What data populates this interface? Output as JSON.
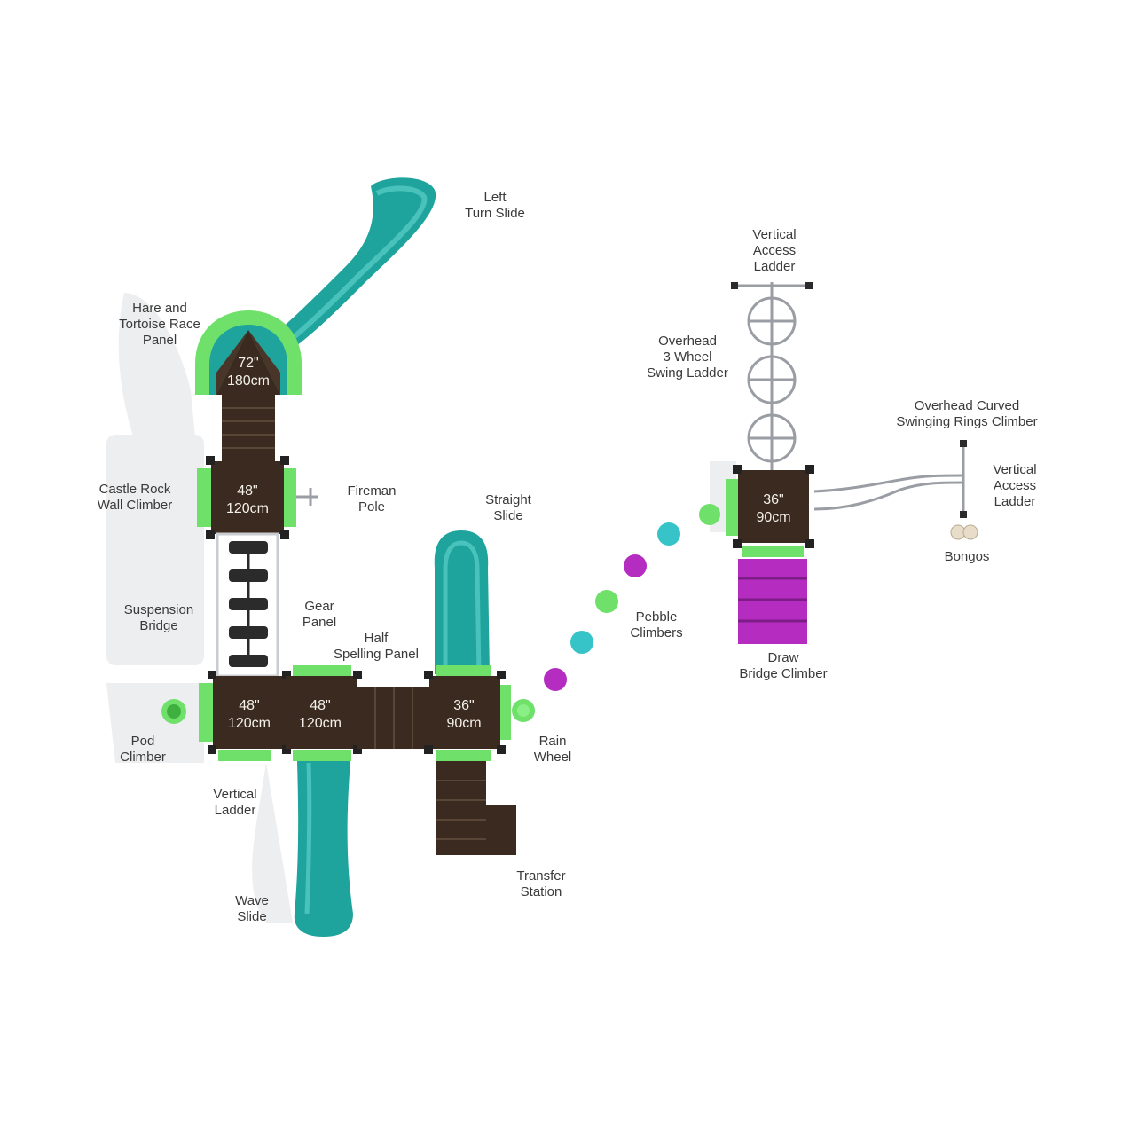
{
  "colors": {
    "slide": "#1fa39d",
    "slide_dark": "#137f7a",
    "slide_light": "#48c2bb",
    "deck": "#3a2a1f",
    "deck_grid": "#5a4636",
    "green": "#6fe06a",
    "green_dark": "#3fb040",
    "magenta": "#b42cc0",
    "magenta_dark": "#7e1d88",
    "teal_disc": "#37c4c9",
    "metal": "#c9ccd0",
    "metal_dark": "#9a9ea4",
    "shadow": "#eceef0",
    "label_text": "#3a3a3a"
  },
  "decks": {
    "top": {
      "size_in": "72\"",
      "size_cm": "180cm"
    },
    "castle": {
      "size_in": "48\"",
      "size_cm": "120cm"
    },
    "bottom_left": {
      "size_in": "48\"",
      "size_cm": "120cm"
    },
    "bottom_mid": {
      "size_in": "48\"",
      "size_cm": "120cm"
    },
    "bottom_right": {
      "size_in": "36\"",
      "size_cm": "90cm"
    },
    "right_tower": {
      "size_in": "36\"",
      "size_cm": "90cm"
    }
  },
  "labels": {
    "left_turn_slide": "Left\nTurn Slide",
    "hare_tortoise": "Hare and\nTortoise Race\nPanel",
    "castle_rock": "Castle Rock\nWall Climber",
    "fireman_pole": "Fireman\nPole",
    "straight_slide": "Straight\nSlide",
    "suspension_bridge": "Suspension\nBridge",
    "gear_panel": "Gear\nPanel",
    "half_spelling": "Half\nSpelling Panel",
    "pod_climber": "Pod\nClimber",
    "vertical_ladder": "Vertical\nLadder",
    "wave_slide": "Wave\nSlide",
    "rain_wheel": "Rain\nWheel",
    "transfer_station": "Transfer\nStation",
    "pebble_climbers": "Pebble\nClimbers",
    "vertical_access_top": "Vertical\nAccess\nLadder",
    "overhead_wheel": "Overhead\n3 Wheel\nSwing Ladder",
    "overhead_rings": "Overhead Curved\nSwinging Rings Climber",
    "vertical_access_right": "Vertical\nAccess\nLadder",
    "bongos": "Bongos",
    "draw_bridge": "Draw\nBridge Climber"
  }
}
